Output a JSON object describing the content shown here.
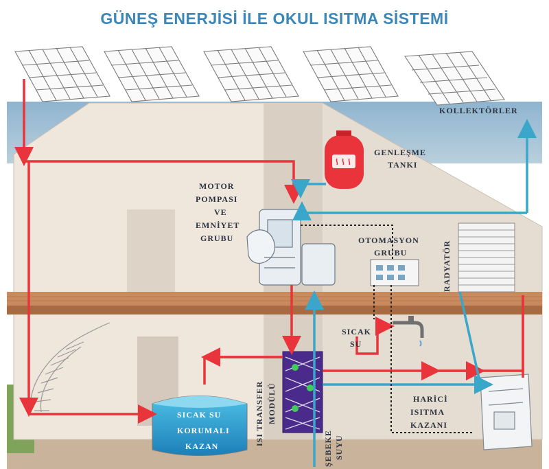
{
  "title": "GÜNEŞ ENERJİSİ İLE OKUL ISITMA SİSTEMİ",
  "labels": {
    "collectors": "KOLLEKTÖRLER",
    "expansion_tank_1": "GENLEŞME",
    "expansion_tank_2": "TANKI",
    "motor_1": "MOTOR",
    "motor_2": "POMPASI",
    "motor_3": "VE",
    "motor_4": "EMNİYET",
    "motor_5": "GRUBU",
    "automation_1": "OTOMASYON",
    "automation_2": "GRUBU",
    "radiator": "RADYATÖR",
    "hot_water_1": "SICAK",
    "hot_water_2": "SU",
    "heat_transfer_1": "ISI TRANSFER",
    "heat_transfer_2": "MODÜLÜ",
    "external_boiler_1": "HARİCİ",
    "external_boiler_2": "ISITMA",
    "external_boiler_3": "KAZANI",
    "storage_1": "SICAK SU",
    "storage_2": "KORUMALI",
    "storage_3": "KAZAN",
    "mains_1": "ŞEBEKE",
    "mains_2": "SUYU"
  },
  "colors": {
    "title": "#3a87b8",
    "hot_line": "#e8343a",
    "cold_line": "#3aa6c9",
    "automation_line": "#222222"
  }
}
